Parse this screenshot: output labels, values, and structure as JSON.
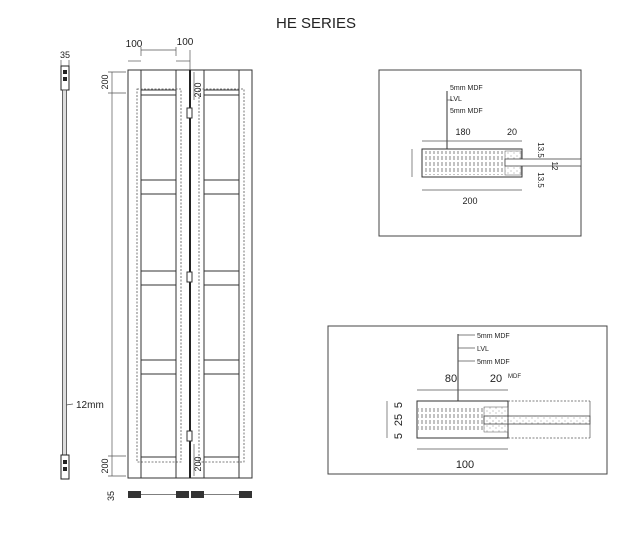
{
  "title": "HE SERIES",
  "elevation": {
    "dim_top_left": "100",
    "dim_top_right": "100",
    "dim_top_rail": "200",
    "dim_bottom_rail": "200",
    "dim_center_top": "200",
    "dim_center_bottom": "200",
    "dim_bottom_thickness": "35"
  },
  "side_view": {
    "dim_thickness": "35",
    "dim_panel": "12mm"
  },
  "detail_stile": {
    "label_mdf_top": "5mm MDF",
    "label_lvl": "LVL",
    "label_mdf_bottom": "5mm MDF",
    "dim_core": "180",
    "dim_edge": "20",
    "dim_top": "13.5",
    "dim_panel": "12",
    "dim_bottom": "13.5",
    "dim_total": "200"
  },
  "detail_rail": {
    "label_mdf_top": "5mm MDF",
    "label_lvl": "LVL",
    "label_mdf_bottom": "5mm MDF",
    "dim_core": "80",
    "dim_edge": "20",
    "label_edge_material": "MDF",
    "dim_top": "5",
    "dim_middle": "25",
    "dim_bottom": "5",
    "dim_total": "100"
  }
}
